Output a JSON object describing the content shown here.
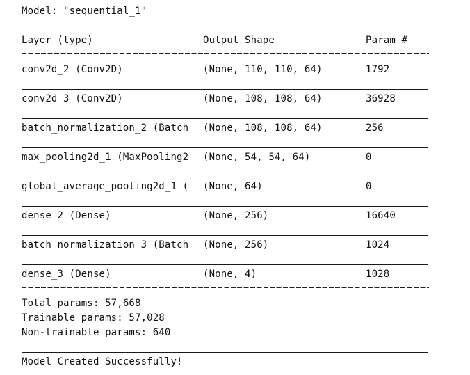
{
  "model_line": "Model: \"sequential_1\"",
  "headers": {
    "layer": "Layer (type)",
    "shape": "Output Shape",
    "param": "Param #"
  },
  "rows": [
    {
      "layer": "conv2d_2 (Conv2D)",
      "shape": "(None, 110, 110, 64)",
      "param": "1792"
    },
    {
      "layer": "conv2d_3 (Conv2D)",
      "shape": "(None, 108, 108, 64)",
      "param": "36928"
    },
    {
      "layer": "batch_normalization_2 (Batch",
      "shape": "(None, 108, 108, 64)",
      "param": "256"
    },
    {
      "layer": "max_pooling2d_1 (MaxPooling2",
      "shape": "(None, 54, 54, 64)",
      "param": "0"
    },
    {
      "layer": "global_average_pooling2d_1 (",
      "shape": "(None, 64)",
      "param": "0"
    },
    {
      "layer": "dense_2 (Dense)",
      "shape": "(None, 256)",
      "param": "16640"
    },
    {
      "layer": "batch_normalization_3 (Batch",
      "shape": "(None, 256)",
      "param": "1024"
    },
    {
      "layer": "dense_3 (Dense)",
      "shape": "(None, 4)",
      "param": "1028"
    }
  ],
  "totals": {
    "total": "Total params: 57,668",
    "trainable": "Trainable params: 57,028",
    "non_trainable": "Non-trainable params: 640"
  },
  "status": "Model Created Successfully!"
}
